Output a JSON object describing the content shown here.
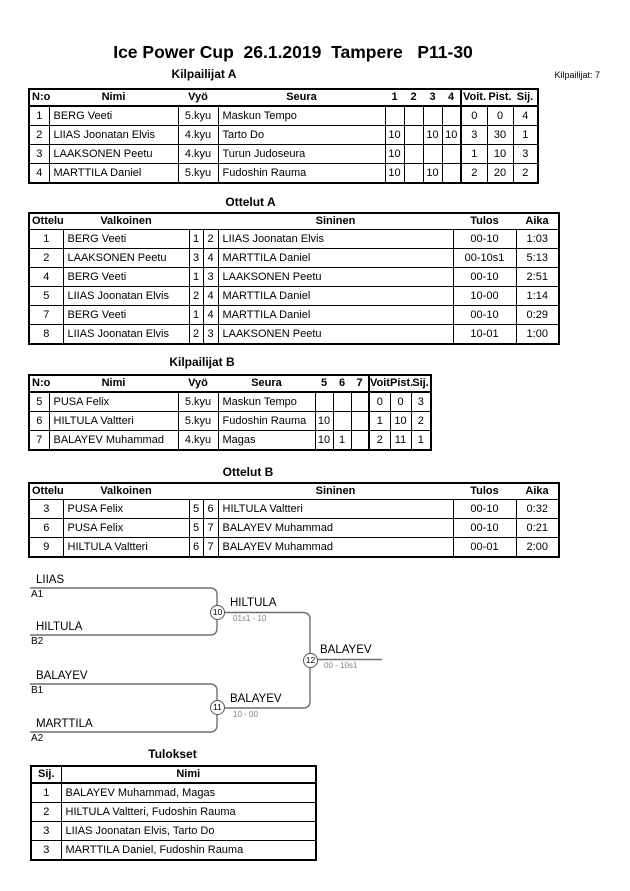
{
  "header": {
    "title": "Ice Power Cup  26.1.2019  Tampere   P11-30",
    "participants_note": "Kilpailijat: 7"
  },
  "colors": {
    "background": "#ffffff",
    "border": "#000000",
    "bracket_line": "#6e6e6e",
    "score_text": "#808080"
  },
  "pool_a": {
    "heading": "Kilpailijat A",
    "columns": {
      "no": "N:o",
      "name": "Nimi",
      "belt": "Vyö",
      "club": "Seura",
      "r1": "1",
      "r2": "2",
      "r3": "3",
      "r4": "4",
      "wins": "Voit.",
      "points": "Pist.",
      "place": "Sij."
    },
    "rows": [
      {
        "no": "1",
        "name": "BERG Veeti",
        "belt": "5.kyu",
        "club": "Maskun Tempo",
        "r1": "",
        "r2": "",
        "r3": "",
        "r4": "",
        "wins": "0",
        "points": "0",
        "place": "4"
      },
      {
        "no": "2",
        "name": "LIIAS Joonatan Elvis",
        "belt": "4.kyu",
        "club": "Tarto Do",
        "r1": "10",
        "r2": "",
        "r3": "10",
        "r4": "10",
        "wins": "3",
        "points": "30",
        "place": "1"
      },
      {
        "no": "3",
        "name": "LAAKSONEN Peetu",
        "belt": "4.kyu",
        "club": "Turun Judoseura",
        "r1": "10",
        "r2": "",
        "r3": "",
        "r4": "",
        "wins": "1",
        "points": "10",
        "place": "3"
      },
      {
        "no": "4",
        "name": "MARTTILA Daniel",
        "belt": "5.kyu",
        "club": "Fudoshin Rauma",
        "r1": "10",
        "r2": "",
        "r3": "10",
        "r4": "",
        "wins": "2",
        "points": "20",
        "place": "2"
      }
    ]
  },
  "matches_a": {
    "heading": "Ottelut A",
    "columns": {
      "match": "Ottelu",
      "white": "Valkoinen",
      "blue": "Sininen",
      "result": "Tulos",
      "time": "Aika"
    },
    "rows": [
      {
        "no": "1",
        "white": "BERG Veeti",
        "wn": "1",
        "bn": "2",
        "blue": "LIIAS Joonatan Elvis",
        "result": "00-10",
        "time": "1:03"
      },
      {
        "no": "2",
        "white": "LAAKSONEN Peetu",
        "wn": "3",
        "bn": "4",
        "blue": "MARTTILA Daniel",
        "result": "00-10s1",
        "time": "5:13"
      },
      {
        "no": "4",
        "white": "BERG Veeti",
        "wn": "1",
        "bn": "3",
        "blue": "LAAKSONEN Peetu",
        "result": "00-10",
        "time": "2:51"
      },
      {
        "no": "5",
        "white": "LIIAS Joonatan Elvis",
        "wn": "2",
        "bn": "4",
        "blue": "MARTTILA Daniel",
        "result": "10-00",
        "time": "1:14"
      },
      {
        "no": "7",
        "white": "BERG Veeti",
        "wn": "1",
        "bn": "4",
        "blue": "MARTTILA Daniel",
        "result": "00-10",
        "time": "0:29"
      },
      {
        "no": "8",
        "white": "LIIAS Joonatan Elvis",
        "wn": "2",
        "bn": "3",
        "blue": "LAAKSONEN Peetu",
        "result": "10-01",
        "time": "1:00"
      }
    ]
  },
  "pool_b": {
    "heading": "Kilpailijat B",
    "columns": {
      "no": "N:o",
      "name": "Nimi",
      "belt": "Vyö",
      "club": "Seura",
      "r1": "5",
      "r2": "6",
      "r3": "7",
      "wins": "Voit.",
      "points": "Pist.",
      "place": "Sij."
    },
    "rows": [
      {
        "no": "5",
        "name": "PUSA Felix",
        "belt": "5.kyu",
        "club": "Maskun Tempo",
        "r1": "",
        "r2": "",
        "r3": "",
        "wins": "0",
        "points": "0",
        "place": "3"
      },
      {
        "no": "6",
        "name": "HILTULA Valtteri",
        "belt": "5.kyu",
        "club": "Fudoshin Rauma",
        "r1": "10",
        "r2": "",
        "r3": "",
        "wins": "1",
        "points": "10",
        "place": "2"
      },
      {
        "no": "7",
        "name": "BALAYEV Muhammad",
        "belt": "4.kyu",
        "club": "Magas",
        "r1": "10",
        "r2": "1",
        "r3": "",
        "wins": "2",
        "points": "11",
        "place": "1"
      }
    ]
  },
  "matches_b": {
    "heading": "Ottelut B",
    "columns": {
      "match": "Ottelu",
      "white": "Valkoinen",
      "blue": "Sininen",
      "result": "Tulos",
      "time": "Aika"
    },
    "rows": [
      {
        "no": "3",
        "white": "PUSA Felix",
        "wn": "5",
        "bn": "6",
        "blue": "HILTULA Valtteri",
        "result": "00-10",
        "time": "0:32"
      },
      {
        "no": "6",
        "white": "PUSA Felix",
        "wn": "5",
        "bn": "7",
        "blue": "BALAYEV Muhammad",
        "result": "00-10",
        "time": "0:21"
      },
      {
        "no": "9",
        "white": "HILTULA Valtteri",
        "wn": "6",
        "bn": "7",
        "blue": "BALAYEV Muhammad",
        "result": "00-01",
        "time": "2:00"
      }
    ]
  },
  "bracket": {
    "semifinal_1": {
      "match_no": "10",
      "top_name": "LIIAS",
      "top_seed": "A1",
      "bottom_name": "HILTULA",
      "bottom_seed": "B2",
      "winner": "HILTULA",
      "score": "01s1 - 10"
    },
    "semifinal_2": {
      "match_no": "11",
      "top_name": "BALAYEV",
      "top_seed": "B1",
      "bottom_name": "MARTTILA",
      "bottom_seed": "A2",
      "winner": "BALAYEV",
      "score": "10 - 00"
    },
    "final": {
      "match_no": "12",
      "winner": "BALAYEV",
      "score": "00 - 10s1"
    }
  },
  "results": {
    "heading": "Tulokset",
    "columns": {
      "place": "Sij.",
      "name": "Nimi"
    },
    "rows": [
      {
        "place": "1",
        "name": "BALAYEV Muhammad, Magas"
      },
      {
        "place": "2",
        "name": "HILTULA Valtteri, Fudoshin Rauma"
      },
      {
        "place": "3",
        "name": "LIIAS Joonatan Elvis, Tarto Do"
      },
      {
        "place": "3",
        "name": "MARTTILA Daniel, Fudoshin Rauma"
      }
    ]
  }
}
